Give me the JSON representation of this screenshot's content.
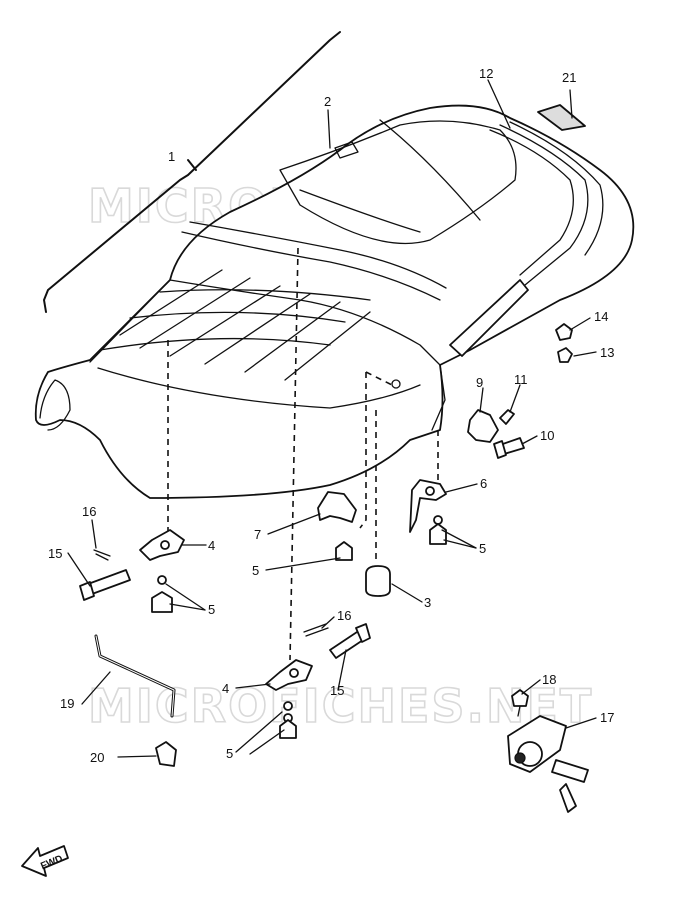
{
  "watermark": "MICROFICHES.NET",
  "fwd_label": "FWD",
  "callouts": {
    "c1": "1",
    "c2": "2",
    "c3": "3",
    "c4a": "4",
    "c4b": "4",
    "c5a": "5",
    "c5b": "5",
    "c5c": "5",
    "c5d": "5",
    "c6": "6",
    "c7": "7",
    "c9": "9",
    "c10": "10",
    "c11": "11",
    "c12": "12",
    "c13": "13",
    "c14": "14",
    "c15a": "15",
    "c15b": "15",
    "c16a": "16",
    "c16b": "16",
    "c17": "17",
    "c18": "18",
    "c19": "19",
    "c20": "20",
    "c21": "21"
  }
}
